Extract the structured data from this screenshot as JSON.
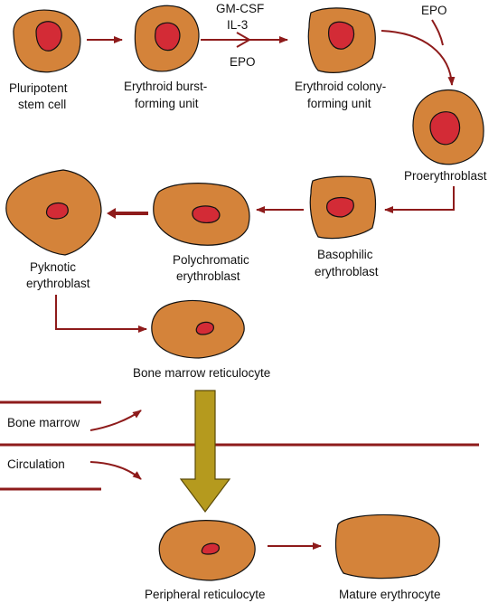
{
  "colors": {
    "cell_fill": "#D4833A",
    "nucleus_fill": "#D32B36",
    "arrow": "#8E1B1B",
    "big_arrow": "#B59A1E",
    "outline": "#111111"
  },
  "stages": {
    "pluripotent": [
      "Pluripotent",
      "stem cell"
    ],
    "bfu": [
      "Erythroid burst-",
      "forming unit"
    ],
    "cfu": [
      "Erythroid colony-",
      "forming unit"
    ],
    "proerythroblast": [
      "Proerythroblast"
    ],
    "basophilic": [
      "Basophilic",
      "erythroblast"
    ],
    "polychromatic": [
      "Polychromatic",
      "erythroblast"
    ],
    "pyknotic": [
      "Pyknotic",
      "erythroblast"
    ],
    "bone_marrow_reticulocyte": [
      "Bone marrow reticulocyte"
    ],
    "peripheral_reticulocyte": [
      "Peripheral reticulocyte"
    ],
    "mature_erythrocyte": [
      "Mature erythrocyte"
    ]
  },
  "factors": {
    "bfu_to_cfu": [
      "GM-CSF",
      "IL-3",
      "EPO"
    ],
    "cfu_to_pro": "EPO"
  },
  "compartments": {
    "bone_marrow": "Bone marrow",
    "circulation": "Circulation"
  }
}
